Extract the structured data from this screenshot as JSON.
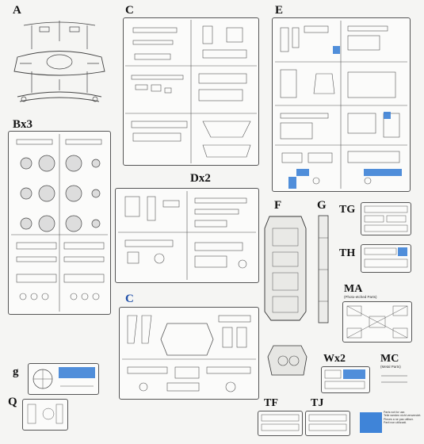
{
  "labels": {
    "A": "A",
    "Bx3": "Bx3",
    "C_top": "C",
    "Dx2": "Dx2",
    "C_blue": "C",
    "E": "E",
    "F": "F",
    "G": "G",
    "TG": "TG",
    "TH": "TH",
    "MA": "MA",
    "MA_sub": "(Photo-etched Parts)",
    "Wx2": "Wx2",
    "MC": "MC",
    "MC_sub": "(Metal Parts)",
    "g": "g",
    "Q": "Q",
    "TF": "TF",
    "TJ": "TJ"
  },
  "legend": {
    "lines": [
      "Parts not for use.",
      "Teile werden nicht verwendet.",
      "Pieces a ne pas utiliser.",
      "Parti non utilizzati."
    ]
  },
  "colors": {
    "highlight": "#3d82d6",
    "ink": "#111111"
  }
}
